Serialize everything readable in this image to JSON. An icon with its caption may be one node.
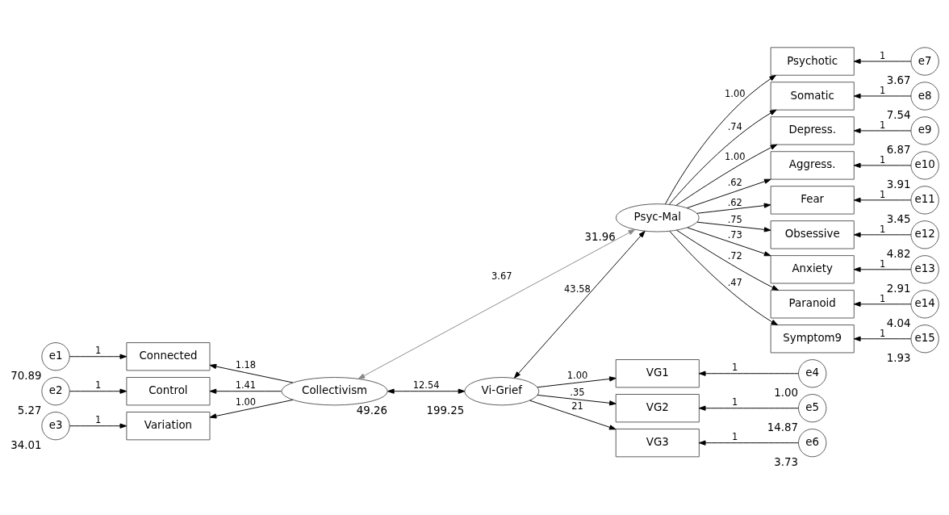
{
  "diagram": {
    "nodes": [
      {
        "text": [
          "e1"
        ],
        "beside": [
          "70.89"
        ]
      },
      {
        "text": [
          "e2"
        ],
        "beside": [
          "5.27"
        ]
      },
      {
        "text": [
          "e3"
        ],
        "beside": [
          "34.01"
        ]
      },
      {
        "text": [
          "Connected"
        ]
      },
      {
        "text": [
          "Control"
        ]
      },
      {
        "text": [
          "Variation"
        ]
      },
      {
        "text": [
          "Collectivism"
        ],
        "beside": [
          "49.26"
        ]
      },
      {
        "text": [
          "Psyc-Mal"
        ],
        "beside": [
          "31.96"
        ]
      },
      {
        "text": [
          "Psychotic"
        ]
      },
      {
        "text": [
          "Somatic"
        ]
      },
      {
        "text": [
          "Depress."
        ]
      },
      {
        "text": [
          "Aggress."
        ]
      },
      {
        "text": [
          "Fear"
        ]
      },
      {
        "text": [
          "Obsessive"
        ]
      },
      {
        "text": [
          "Anxiety"
        ]
      },
      {
        "text": [
          "Paranoid"
        ]
      },
      {
        "text": [
          "Symptom9"
        ]
      },
      {
        "text": [
          "e7"
        ],
        "beside": [
          "3.67"
        ]
      },
      {
        "text": [
          "e8"
        ],
        "beside": [
          "7.54"
        ]
      },
      {
        "text": [
          "e9"
        ],
        "beside": [
          "6.87"
        ]
      },
      {
        "text": [
          "e10"
        ],
        "beside": [
          "3.91"
        ]
      },
      {
        "text": [
          "e11"
        ],
        "beside": [
          "3.45"
        ]
      },
      {
        "text": [
          "e12"
        ],
        "beside": [
          "4.82"
        ]
      },
      {
        "text": [
          "e13"
        ],
        "beside": [
          "2.91"
        ]
      },
      {
        "text": [
          "e14"
        ],
        "beside": [
          "4.04"
        ]
      },
      {
        "text": [
          "e15"
        ],
        "beside": [
          "1.93"
        ]
      },
      {
        "text": [
          "Vi-Grief"
        ],
        "beside": [
          "199.25"
        ]
      },
      {
        "text": [
          "VG1"
        ]
      },
      {
        "text": [
          "VG2"
        ]
      },
      {
        "text": [
          "VG3"
        ]
      },
      {
        "text": [
          "e4"
        ],
        "beside": [
          "1.00"
        ]
      },
      {
        "text": [
          "e5"
        ],
        "beside": [
          "14.87"
        ]
      },
      {
        "text": [
          "e6"
        ],
        "beside": [
          "3.73"
        ]
      }
    ],
    "edges": [
      {
        "from": 0,
        "to": 3,
        "arrow": "to",
        "label": "1"
      },
      {
        "from": 1,
        "to": 4,
        "arrow": "to",
        "label": "1"
      },
      {
        "from": 2,
        "to": 5,
        "arrow": "to",
        "label": "1"
      },
      {
        "from": 6,
        "to": 3,
        "arrow": "to",
        "label": "1.18"
      },
      {
        "from": 6,
        "to": 4,
        "arrow": "to",
        "label": "1.41"
      },
      {
        "from": 6,
        "to": 5,
        "arrow": "to",
        "label": "1.00"
      },
      {
        "from": 6,
        "to": 7,
        "arrow": "both",
        "label": "3.67",
        "color": "#888888"
      },
      {
        "from": 6,
        "to": 26,
        "arrow": "both",
        "label": "12.54"
      },
      {
        "from": 7,
        "to": 26,
        "arrow": "both",
        "label": "43.58"
      },
      {
        "from": 7,
        "to": 8,
        "arrow": "to",
        "label": "1.00"
      },
      {
        "from": 7,
        "to": 9,
        "arrow": "to",
        "label": ".74"
      },
      {
        "from": 7,
        "to": 10,
        "arrow": "to",
        "label": "1.00"
      },
      {
        "from": 7,
        "to": 11,
        "arrow": "to",
        "label": ".62"
      },
      {
        "from": 7,
        "to": 12,
        "arrow": "to",
        "label": ".62"
      },
      {
        "from": 7,
        "to": 13,
        "arrow": "to",
        "label": ".75"
      },
      {
        "from": 7,
        "to": 14,
        "arrow": "to",
        "label": ".73"
      },
      {
        "from": 7,
        "to": 15,
        "arrow": "to",
        "label": ".72"
      },
      {
        "from": 7,
        "to": 16,
        "arrow": "to",
        "label": ".47"
      },
      {
        "from": 17,
        "to": 8,
        "arrow": "to",
        "label": "1"
      },
      {
        "from": 18,
        "to": 9,
        "arrow": "to",
        "label": "1"
      },
      {
        "from": 19,
        "to": 10,
        "arrow": "to",
        "label": "1"
      },
      {
        "from": 20,
        "to": 11,
        "arrow": "to",
        "label": "1"
      },
      {
        "from": 21,
        "to": 12,
        "arrow": "to",
        "label": "1"
      },
      {
        "from": 22,
        "to": 13,
        "arrow": "to",
        "label": "1"
      },
      {
        "from": 23,
        "to": 14,
        "arrow": "to",
        "label": "1"
      },
      {
        "from": 24,
        "to": 15,
        "arrow": "to",
        "label": "1"
      },
      {
        "from": 25,
        "to": 16,
        "arrow": "to",
        "label": "1"
      },
      {
        "from": 26,
        "to": 27,
        "arrow": "to",
        "label": "1.00"
      },
      {
        "from": 26,
        "to": 28,
        "arrow": "to",
        "label": ".35"
      },
      {
        "from": 26,
        "to": 29,
        "arrow": "to",
        "label": "21"
      },
      {
        "from": 30,
        "to": 27,
        "arrow": "to",
        "label": "1"
      },
      {
        "from": 31,
        "to": 28,
        "arrow": "to",
        "label": "1"
      },
      {
        "from": 32,
        "to": 29,
        "arrow": "to",
        "label": "1"
      }
    ]
  }
}
